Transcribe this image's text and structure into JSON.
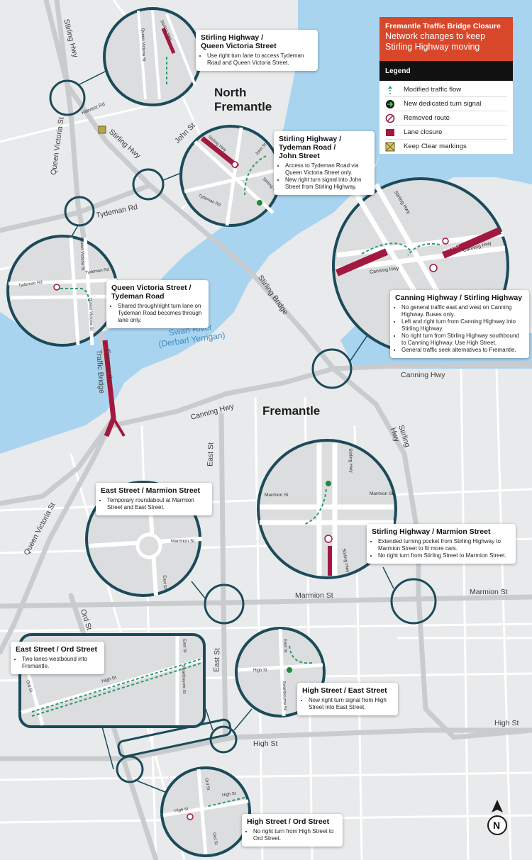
{
  "title": {
    "heading": "Fremantle Traffic Bridge Closure",
    "subtitle_line1": "Network changes to keep",
    "subtitle_line2": "Stirling Highway moving"
  },
  "legend": {
    "heading": "Legend",
    "items": [
      {
        "label": "Modified traffic flow",
        "icon": "dashed-green-arrow-icon",
        "color": "#2e9a6a"
      },
      {
        "label": "New dedicated turn signal",
        "icon": "green-arrow-circle-icon",
        "color": "#1f8a3a"
      },
      {
        "label": "Removed route",
        "icon": "no-entry-icon",
        "color": "#9c1a3c"
      },
      {
        "label": "Lane closure",
        "icon": "lane-closure-swatch-icon",
        "color": "#a3183f"
      },
      {
        "label": "Keep Clear markings",
        "icon": "keep-clear-icon",
        "color": "#b8a54a"
      }
    ]
  },
  "suburbs": {
    "north": "North\nFremantle",
    "fremantle": "Fremantle"
  },
  "river": {
    "line1": "Swan River",
    "line2": "(Derbarl Yerrigan)"
  },
  "streets": {
    "stirling_hwy_top": "Stirling Hwy",
    "queen_victoria_st": "Queen Victoria St",
    "harvest_rd": "Harvest Rd",
    "stirling_hwy_mid": "Stirling Hwy",
    "john_st": "John St",
    "tydeman_rd": "Tydeman Rd",
    "stirling_bridge": "Stirling Bridge",
    "fremantle_traffic_bridge": "Fremantle\nTraffic Bridge",
    "canning_hwy_east": "Canning Hwy",
    "canning_hwy_west": "Canning Hwy",
    "stirling_hwy_south": "Stirling\nHwy",
    "east_st_north": "East St",
    "queen_victoria_st_south": "Queen Victoria St",
    "marmion_st_mid": "Marmion St",
    "marmion_st_east": "Marmion St",
    "ord_st": "Ord St",
    "east_st_south": "East St",
    "high_st_mid": "High St",
    "high_st_east": "High St"
  },
  "callouts": [
    {
      "id": "stirling-queen-victoria",
      "title": "Stirling Highway /\nQueen Victoria Street",
      "bullets": [
        "Use right turn lane to access Tydeman Road and Queen Victoria Street."
      ]
    },
    {
      "id": "stirling-tydeman-john",
      "title": "Stirling Highway /\nTydeman Road /\nJohn Street",
      "bullets": [
        "Access to Tydeman Road via Queen Victoria Street only.",
        "New right turn signal into John Street from Stirling Highway."
      ]
    },
    {
      "id": "queen-victoria-tydeman",
      "title": "Queen Victoria Street /\nTydeman Road",
      "bullets": [
        "Shared through/right turn lane on Tydeman Road becomes through lane only."
      ]
    },
    {
      "id": "canning-stirling",
      "title": "Canning Highway / Stirling Highway",
      "bullets": [
        "No general traffic east and west on Canning Highway. Buses only.",
        "Left and right turn from Canning Highway into Stirling Highway.",
        "No right turn from Stirling Highway southbound to Canning Highway. Use High Street.",
        "General traffic seek alternatives to Fremantle."
      ]
    },
    {
      "id": "east-marmion",
      "title": "East Street / Marmion Street",
      "bullets": [
        "Temporary roundabout at Marmion Street and East Street."
      ]
    },
    {
      "id": "stirling-marmion",
      "title": "Stirling Highway / Marmion Street",
      "bullets": [
        "Extended turning pocket from Stirling Highway to Marmion Street to fit more cars.",
        "No right turn from Stirling Street to Marmion Street."
      ]
    },
    {
      "id": "east-ord",
      "title": "East Street / Ord Street",
      "bullets": [
        "Two lanes westbound into Fremantle."
      ]
    },
    {
      "id": "high-east",
      "title": "High Street / East Street",
      "bullets": [
        "New right turn signal from High Street into East Street."
      ]
    },
    {
      "id": "high-ord",
      "title": "High Street / Ord Street",
      "bullets": [
        "No right turn from High Street to Ord Street."
      ]
    }
  ],
  "bubble_labels": {
    "sq_stirling": "Stirling Hwy",
    "sq_queen": "Queen Victoria St",
    "st_stirling": "Stirling Hwy",
    "st_john": "John St",
    "st_tydeman": "Tydeman Rd",
    "st_stirling2": "Stirling Hwy",
    "qt_queen": "Queen Victoria St",
    "qt_tydeman": "Tydeman Rd",
    "qt_tydeman2": "Tydeman Rd",
    "qt_queen2": "Queen Victoria St",
    "cs_stirling": "Stirling Hwy",
    "cs_canning": "Canning Hwy",
    "cs_canning2": "Canning Hwy",
    "cs_bus": "BUS ONLY",
    "em_marmion": "Marmion St",
    "em_east": "East St",
    "sm_stirling": "Stirling Hwy",
    "sm_marmion": "Marmion St",
    "sm_marmion2": "Marmion St",
    "sm_stirling2": "Stirling Hwy",
    "eo_high": "High St",
    "eo_east": "East St",
    "eo_swanbourne": "Swanbourne St",
    "eo_ord": "Ord St",
    "he_east": "East St",
    "he_high": "High St",
    "he_swanbourne": "Swanbourne St",
    "ho_ord": "Ord St",
    "ho_high": "High St",
    "ho_high2": "High St",
    "ho_ord2": "Ord St"
  },
  "north_arrow": "N",
  "colors": {
    "water": "#a9d4f0",
    "road": "#ffffff",
    "road_major": "#c9cccf",
    "ring": "#1b4b5a",
    "closure": "#a3183f",
    "flow": "#2e9a6a",
    "land": "#e9eaeb",
    "title_bg": "#d9472b"
  }
}
